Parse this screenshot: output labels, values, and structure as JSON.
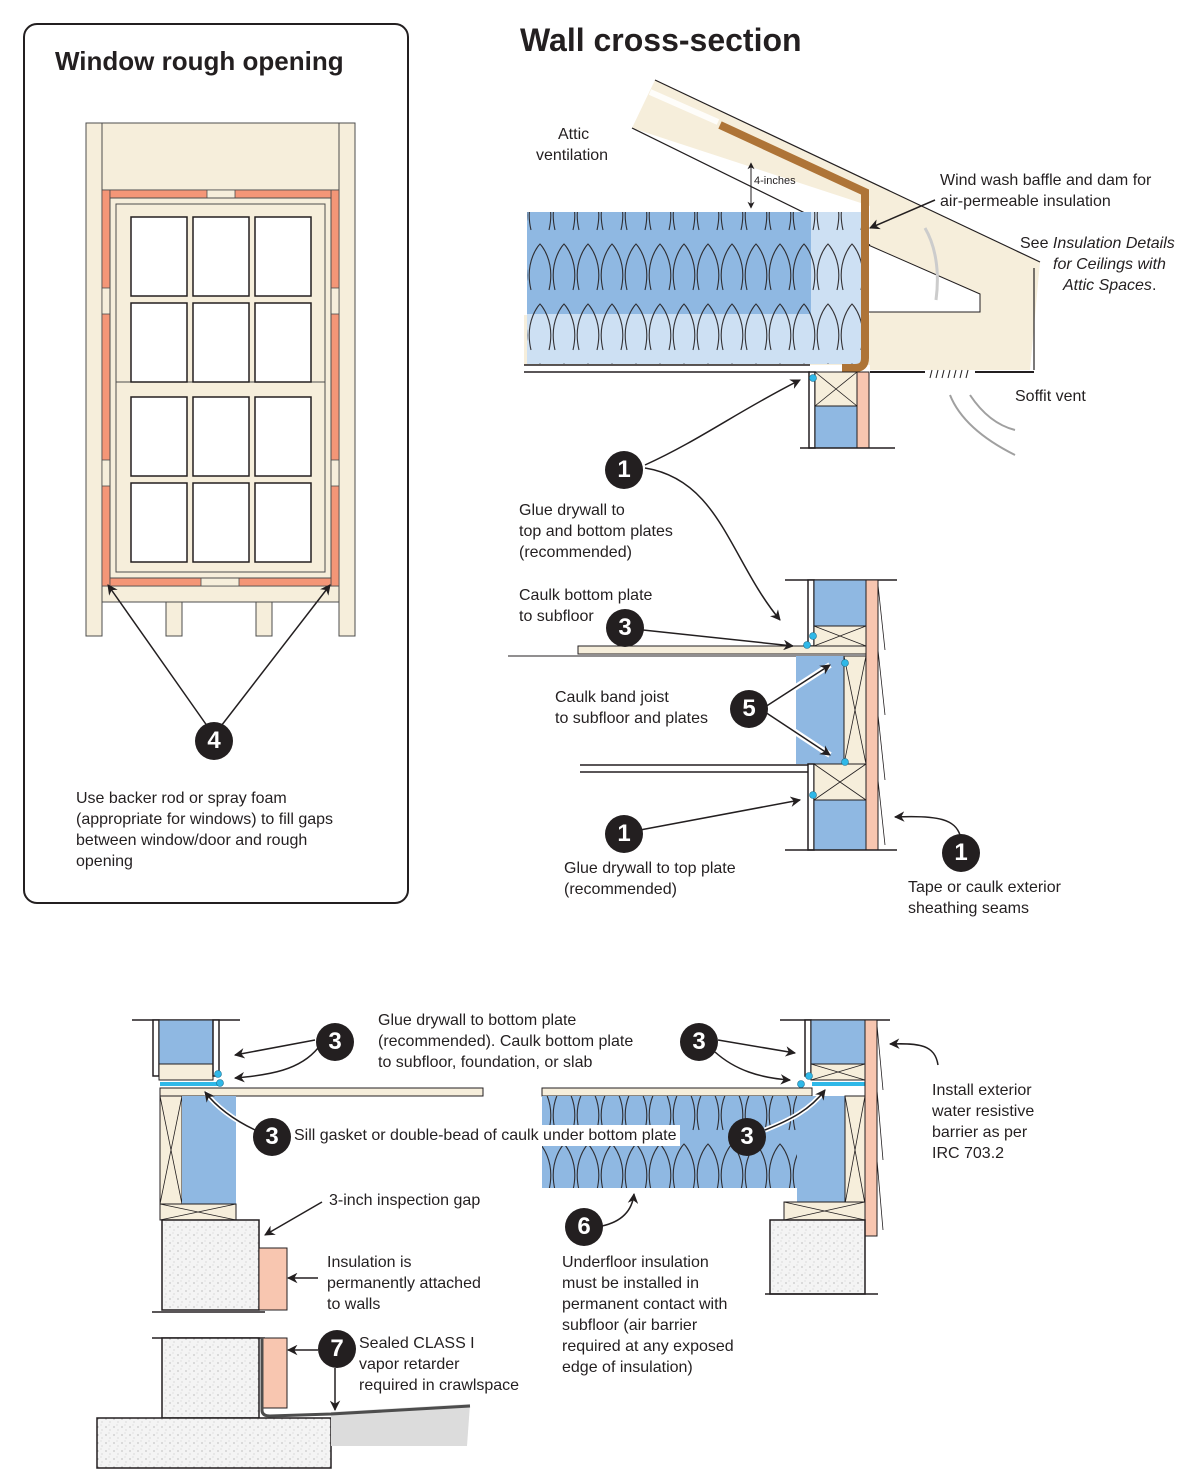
{
  "titles": {
    "window_panel": "Window rough opening",
    "wall_section": "Wall cross-section"
  },
  "colors": {
    "wood": "#f6eedb",
    "insulation": "#8fb8e2",
    "insulation_light": "#cde0f3",
    "foam_gap": "#f49677",
    "sheathing": "#f8c6b0",
    "baffle": "#ae7437",
    "caulk": "#2fb8e8",
    "concrete": "#f2f2f2",
    "ground": "#dcdcdc",
    "ink": "#231f20"
  },
  "window_panel": {
    "callout": "4",
    "note": [
      "Use backer rod or spray foam",
      "(appropriate for windows) to fill gaps",
      "between window/door and rough",
      "opening"
    ]
  },
  "upper_section": {
    "attic_ventilation": [
      "Attic",
      "ventilation"
    ],
    "clearance": "4-inches",
    "baffle_note": [
      "Wind wash baffle and dam for",
      "air-permeable insulation"
    ],
    "see_ref": {
      "prefix": "See ",
      "italic_1": "Insulation Details",
      "italic_2": "for Ceilings with",
      "italic_3": "Attic Spaces",
      "suffix": "."
    },
    "soffit_vent": "Soffit vent"
  },
  "middle_section": {
    "callout_1_top": "1",
    "glue_top_bottom": [
      "Glue drywall to",
      "top and bottom plates",
      "(recommended)"
    ],
    "caulk_bottom_plate": [
      "Caulk bottom plate",
      "to subfloor"
    ],
    "callout_3": "3",
    "caulk_band_joist": [
      "Caulk band joist",
      "to subfloor and plates"
    ],
    "callout_5": "5",
    "callout_1_lower": "1",
    "glue_top_plate": [
      "Glue drywall to top plate",
      "(recommended)"
    ],
    "callout_1_right": "1",
    "tape_sheathing": [
      "Tape or caulk exterior",
      "sheathing seams"
    ]
  },
  "lower_section": {
    "callout_3_a": "3",
    "glue_bottom_plate": [
      "Glue drywall to bottom plate",
      "(recommended). Caulk bottom plate",
      "to subfloor, foundation, or slab"
    ],
    "callout_3_b": "3",
    "callout_3_c": "3",
    "sill_gasket": "Sill gasket or double-bead of caulk under bottom plate",
    "callout_3_d": "3",
    "inspection_gap": "3-inch inspection gap",
    "insulation_walls": [
      "Insulation is",
      "permanently attached",
      "to walls"
    ],
    "callout_7": "7",
    "vapor_retarder": [
      "Sealed CLASS I",
      "vapor retarder",
      "required in crawlspace"
    ],
    "callout_6": "6",
    "underfloor": [
      "Underfloor insulation",
      "must be installed in",
      "permanent contact with",
      "subfloor (air barrier",
      "required at any exposed",
      "edge of insulation)"
    ],
    "exterior_barrier": [
      "Install exterior",
      "water resistive",
      "barrier as per",
      "IRC 703.2"
    ]
  }
}
